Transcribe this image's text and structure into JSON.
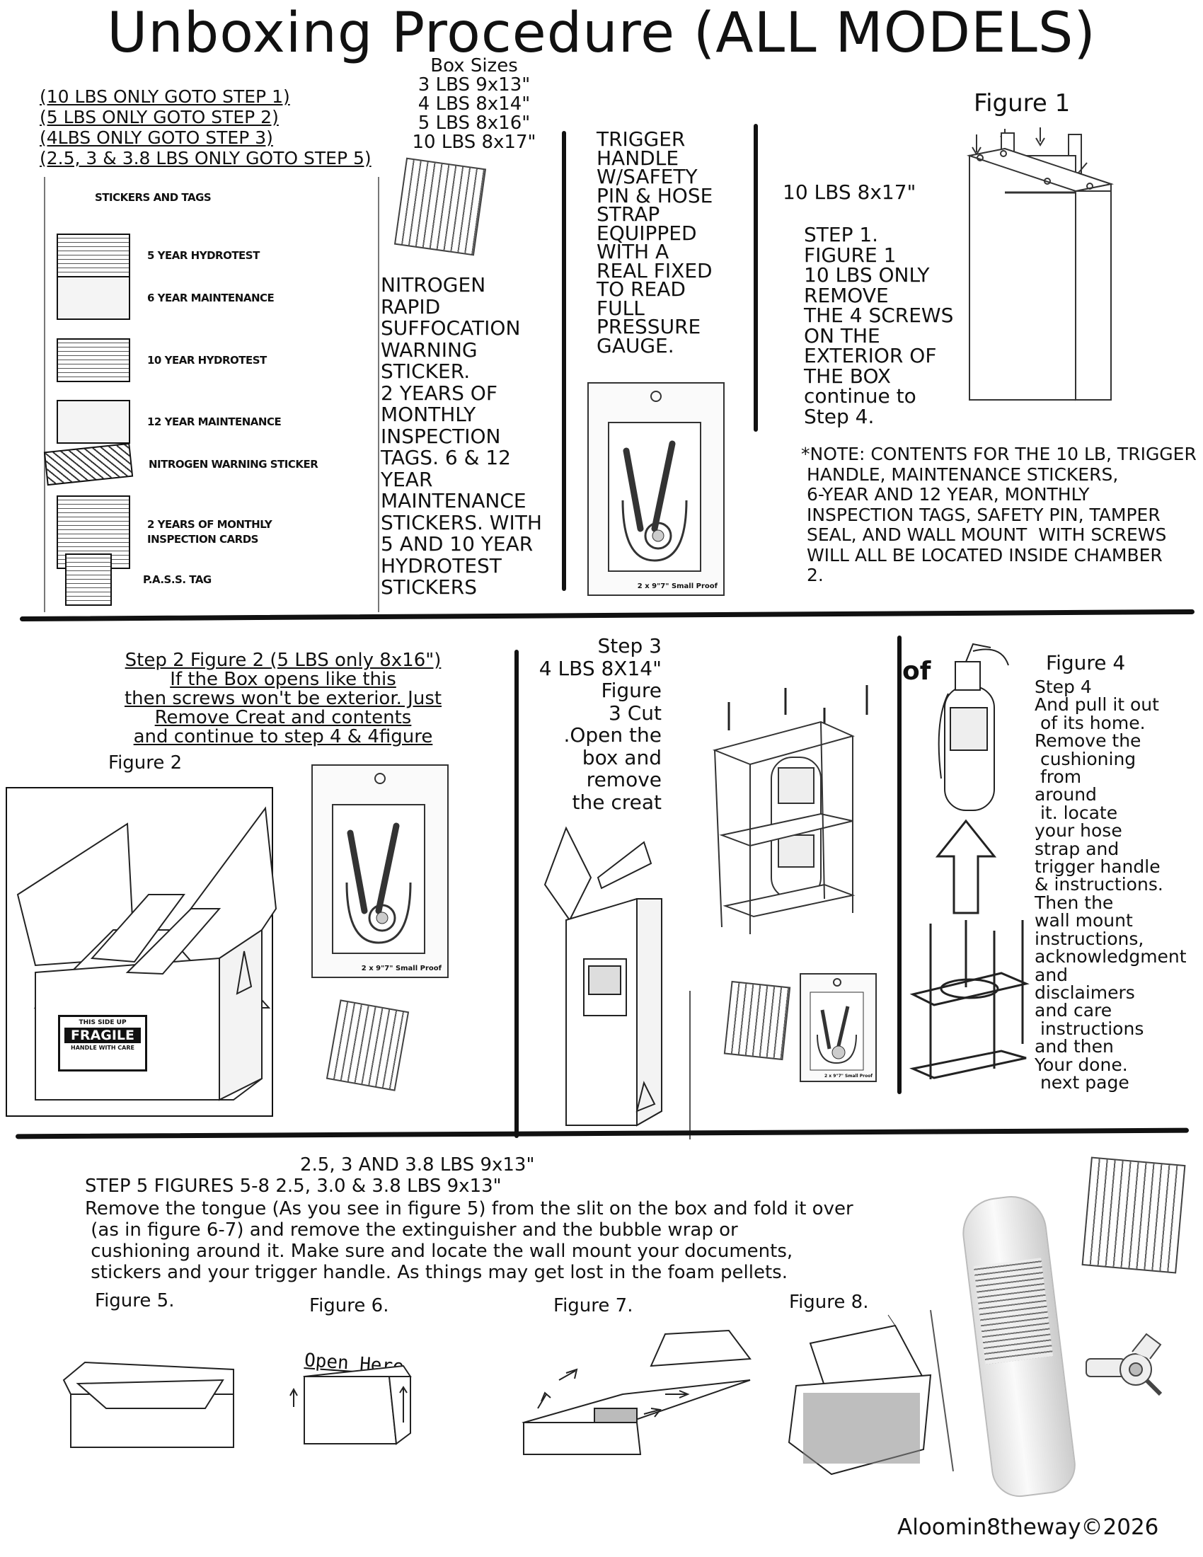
{
  "title": "Unboxing Procedure (ALL MODELS)",
  "goto_lines": [
    "(10 LBS ONLY GOTO STEP 1)",
    "(5 LBS ONLY GOTO STEP 2)",
    "(4LBS ONLY GOTO STEP 3)",
    "(2.5, 3 & 3.8 LBS ONLY GOTO STEP 5)"
  ],
  "box_sizes": {
    "heading": "Box Sizes",
    "items": [
      "3 LBS 9x13\"",
      "4 LBS 8x14\"",
      "5 LBS 8x16\"",
      "10 LBS 8x17\""
    ]
  },
  "stickers": {
    "heading": "STICKERS AND TAGS",
    "items": [
      "5 YEAR HYDROTEST",
      "6 YEAR MAINTENANCE",
      "10 YEAR HYDROTEST",
      "12 YEAR MAINTENANCE",
      "NITROGEN WARNING STICKER",
      "2 YEARS OF MONTHLY INSPECTION CARDS",
      "P.A.S.S. TAG"
    ]
  },
  "nitrogen_text": "NITROGEN\nRAPID\nSUFFOCATION\nWARNING\nSTICKER.\n2 YEARS OF\nMONTHLY\nINSPECTION\nTAGS. 6 & 12\nYEAR\nMAINTENANCE\nSTICKERS. WITH\n5 AND 10 YEAR\nHYDROTEST\nSTICKERS",
  "trigger_text": "TRIGGER\nHANDLE\nW/SAFETY\nPIN & HOSE\nSTRAP\nEQUIPPED\nWITH A\nREAL FIXED\nTO READ\nFULL\nPRESSURE\nGAUGE.",
  "proof_label": "2 x 9\"7\" Small Proof",
  "step1": {
    "size": "10 LBS 8x17\"",
    "text": "STEP 1.\nFIGURE 1\n10 LBS ONLY\nREMOVE\nTHE 4 SCREWS\nON THE\nEXTERIOR OF\nTHE BOX\ncontinue to\n Step 4.",
    "figure_label": "Figure 1",
    "note": "*NOTE: CONTENTS FOR THE 10 LB, TRIGGER\n HANDLE, MAINTENANCE STICKERS,\n 6-YEAR AND 12 YEAR, MONTHLY\n INSPECTION TAGS, SAFETY PIN, TAMPER\n SEAL, AND WALL MOUNT  WITH SCREWS\n WILL ALL BE LOCATED INSIDE CHAMBER\n 2."
  },
  "step2": {
    "lines": [
      "Step 2 Figure 2 (5 LBS only 8x16\")",
      "If the Box opens like this",
      "then screws won't be exterior. Just",
      "Remove Creat and contents",
      "and continue to step 4 & 4figure"
    ],
    "figure_label": "Figure 2",
    "fragile_top": "THIS SIDE UP",
    "fragile_main": "FRAGILE",
    "fragile_bottom": "HANDLE WITH CARE"
  },
  "step3": {
    "text": "Step 3\n4 LBS 8X14\"\nFigure\n3 Cut\n.Open the\nbox and\nremove\nthe creat"
  },
  "step4": {
    "figure_label": "Figure 4",
    "fragment": "of",
    "text": "Step 4\nAnd pull it out\n of its home.\nRemove the\n cushioning\n from\naround\n it. locate\nyour hose\nstrap and\ntrigger handle\n& instructions.\nThen the\nwall mount\ninstructions,\nacknowledgment\nand\ndisclaimers\nand care\n instructions\nand then\nYour done.\n next page"
  },
  "step5": {
    "size": "2.5, 3 AND 3.8 LBS 9x13\"",
    "heading": "STEP 5 FIGURES 5-8 2.5, 3.0 & 3.8 LBS 9x13\"",
    "body": "Remove the tongue (As you see in figure 5) from the slit on the box and fold it over\n (as in figure 6-7) and remove the extinguisher and the bubble wrap or\n cushioning around it. Make sure and locate the wall mount your documents,\n stickers and your trigger handle. As things may get lost in the foam pellets.",
    "figures": [
      "Figure 5.",
      "Figure 6.",
      "Figure 7.",
      "Figure 8."
    ],
    "open_here": "Open Here"
  },
  "copyright": "Aloomin8theway©2026"
}
